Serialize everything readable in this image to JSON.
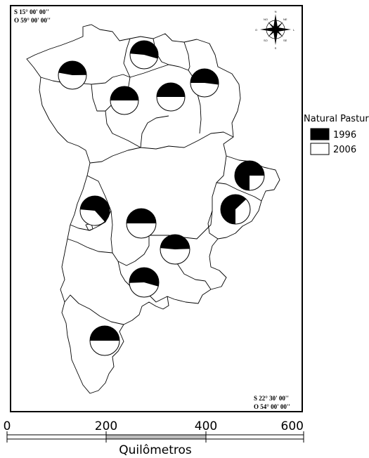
{
  "corners": {
    "top_left": [
      "S 15° 00' 00''",
      "O 59° 00' 00''"
    ],
    "bottom_right": [
      "S 22° 30' 00''",
      "O 54° 00' 00''"
    ]
  },
  "legend": {
    "title": "Natural Pasture",
    "items": [
      {
        "label": "1996",
        "color": "#000000"
      },
      {
        "label": "2006",
        "color": "#ffffff"
      }
    ]
  },
  "scale": {
    "ticks": [
      "0",
      "200",
      "400",
      "600"
    ],
    "title": "Quilômetros"
  },
  "compass": {
    "letters": [
      "N",
      "S",
      "L",
      "O",
      "NE",
      "NO",
      "SE",
      "SO"
    ]
  },
  "pies": [
    {
      "share_1996": 0.47
    },
    {
      "share_1996": 0.53
    },
    {
      "share_1996": 0.5
    },
    {
      "share_1996": 0.5
    },
    {
      "share_1996": 0.52
    },
    {
      "share_1996": 0.75
    },
    {
      "share_1996": 0.63
    },
    {
      "share_1996": 0.62
    },
    {
      "share_1996": 0.5
    },
    {
      "share_1996": 0.48
    },
    {
      "share_1996": 0.55
    },
    {
      "share_1996": 0.5
    }
  ]
}
